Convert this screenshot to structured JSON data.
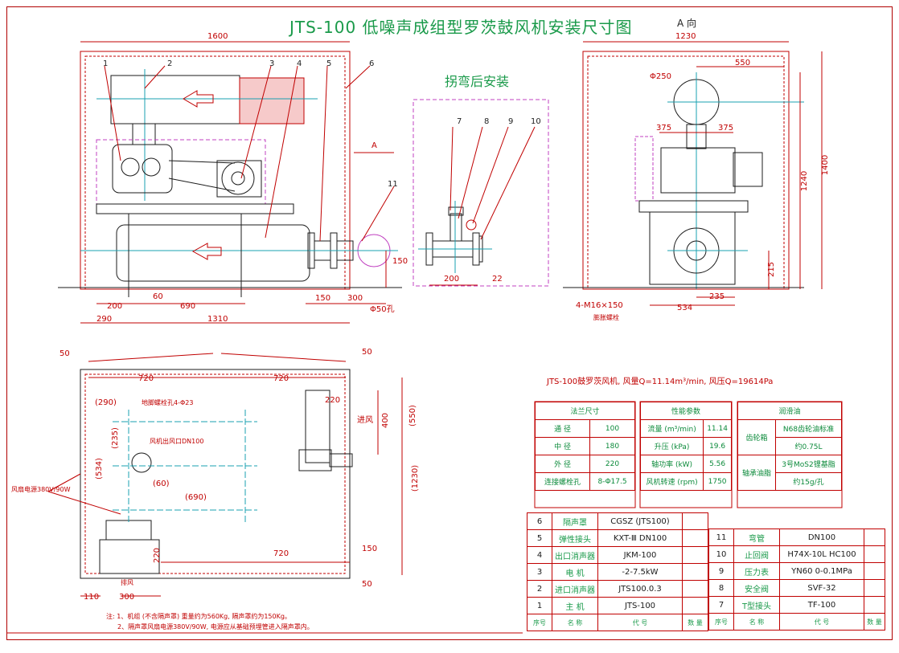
{
  "title": "JTS-100 低噪声成组型罗茨鼓风机安装尺寸图",
  "views": {
    "after_bend": "拐弯后安装",
    "view_a": "A 向",
    "arrow_a": "A"
  },
  "part_callouts": [
    "1",
    "2",
    "3",
    "4",
    "5",
    "6",
    "7",
    "8",
    "9",
    "10",
    "11"
  ],
  "dimensions_front": {
    "width_total": "1600",
    "d200": "200",
    "d60": "60",
    "d690": "690",
    "d290": "290",
    "d1310": "1310",
    "d150a": "150",
    "d300": "300",
    "d150b": "150",
    "hole": "Φ50孔"
  },
  "dimensions_bend": {
    "d200": "200",
    "d22": "22"
  },
  "dimensions_side": {
    "d1230": "1230",
    "d550": "550",
    "phi250": "Φ250",
    "d375a": "375",
    "d375b": "375",
    "d1240": "1240",
    "d1400": "1400",
    "d215": "215",
    "d534": "534",
    "d235": "235",
    "bolt": "4-M16×150",
    "bolt_note": "膨胀螺栓"
  },
  "dimensions_plan": {
    "d50a": "50",
    "d50b": "50",
    "d720a": "720",
    "d720b": "720",
    "d290": "(290)",
    "anchor": "地脚螺栓孔4-Φ23",
    "d220a": "220",
    "inlet": "进风",
    "d400": "400",
    "d550": "(550)",
    "d235": "(235)",
    "fan_outlet": "风机出风口DN100",
    "d534": "(534)",
    "d60": "(60)",
    "d690": "(690)",
    "d1230": "(1230)",
    "fan_power": "风扇电源380V/90W",
    "d220b": "220",
    "d720c": "720",
    "d150": "150",
    "d50c": "50",
    "exhaust": "排风",
    "d110": "110",
    "d300": "300"
  },
  "perf_line": "JTS-100鼓罗茨风机, 风量Q=11.14m³/min, 风压Q=19614Pa",
  "flange_table": {
    "header": "法兰尺寸",
    "rows": [
      [
        "通 径",
        "100"
      ],
      [
        "中 径",
        "180"
      ],
      [
        "外 径",
        "220"
      ],
      [
        "连接螺栓孔",
        "8-Φ17.5"
      ]
    ]
  },
  "performance_table": {
    "header": "性能参数",
    "rows": [
      [
        "流量 (m³/min)",
        "11.14"
      ],
      [
        "升压 (kPa)",
        "19.6"
      ],
      [
        "轴功率 (kW)",
        "5.56"
      ],
      [
        "风机转速 (rpm)",
        "1750"
      ]
    ]
  },
  "lube_table": {
    "header": "润滑油",
    "rows": [
      [
        "齿轮箱",
        "N68齿轮油标准",
        "约0.75L"
      ],
      [
        "轴承油脂",
        "3号MoS2锂基脂",
        "约15g/孔"
      ]
    ]
  },
  "parts_left": [
    [
      "6",
      "隔声罩",
      "CGSZ (JTS100)",
      ""
    ],
    [
      "5",
      "弹性接头",
      "KXT-Ⅲ DN100",
      ""
    ],
    [
      "4",
      "出口消声器",
      "JKM-100",
      ""
    ],
    [
      "3",
      "电 机",
      "-2-7.5kW",
      ""
    ],
    [
      "2",
      "进口消声器",
      "JTS100.0.3",
      ""
    ],
    [
      "1",
      "主 机",
      "JTS-100",
      ""
    ]
  ],
  "parts_right": [
    [
      "11",
      "弯管",
      "DN100",
      ""
    ],
    [
      "10",
      "止回阀",
      "H74X-10L HC100",
      ""
    ],
    [
      "9",
      "压力表",
      "YN60 0-0.1MPa",
      ""
    ],
    [
      "8",
      "安全阀",
      "SVF-32",
      ""
    ],
    [
      "7",
      "T型接头",
      "TF-100",
      ""
    ]
  ],
  "parts_header": [
    "序号",
    "名 称",
    "代 号",
    "数 量"
  ],
  "notes": [
    "注: 1、机组 (不含隔声罩) 重量约为560Kg, 隔声罩约为150Kg。",
    "2、隔声罩风扇电源380V/90W, 电源应从基础预埋管进入隔声罩内。"
  ],
  "colors": {
    "frame": "#c00000",
    "green": "#1a9a4a",
    "cyan": "#1aa0b0",
    "magenta": "#c040c0",
    "black": "#1b1b1b"
  }
}
